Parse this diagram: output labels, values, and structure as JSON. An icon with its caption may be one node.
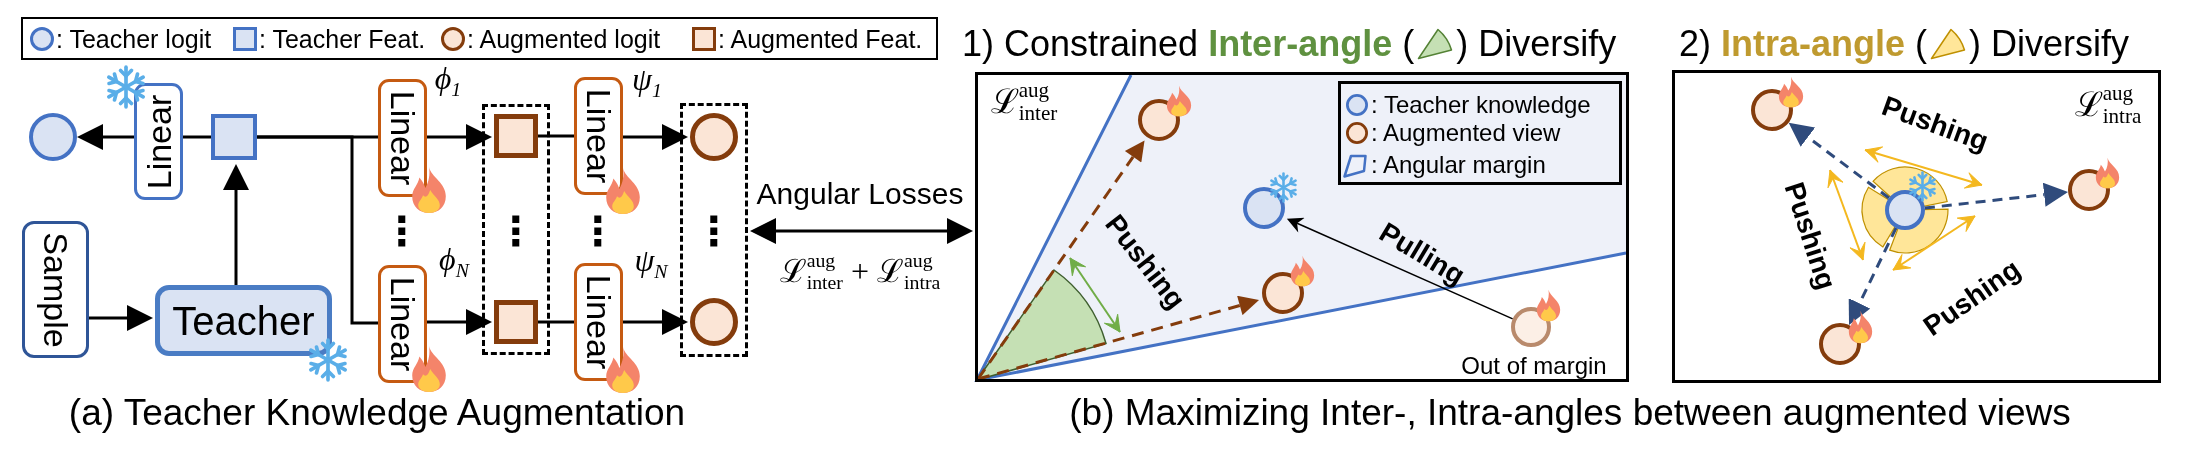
{
  "diagram": {
    "nodes": [
      {
        "text": [],
        "shape": "circle"
      },
      {
        "text": [
          "Linear"
        ]
      },
      {
        "text": [],
        "shape": "box"
      },
      {
        "text": [
          "Sample"
        ]
      },
      {
        "text": [
          "Teacher"
        ]
      },
      {
        "text": [
          "Linear"
        ],
        "beside": [
          "ϕ$_{1}$"
        ]
      },
      {
        "text": [
          "Linear"
        ],
        "beside": [
          "ϕ$_{N}$"
        ]
      },
      {
        "text": [],
        "shape": "box"
      },
      {
        "text": [],
        "shape": "box",
        "in": 7
      },
      {
        "text": [],
        "shape": "box",
        "in": 7
      },
      {
        "text": [
          "Linear"
        ],
        "beside": [
          "ψ$_{1}$"
        ]
      },
      {
        "text": [
          "Linear"
        ],
        "beside": [
          "ψ$_{N}$"
        ]
      },
      {
        "text": [],
        "shape": "box"
      },
      {
        "text": [],
        "shape": "circle",
        "in": 12
      },
      {
        "text": [],
        "shape": "circle",
        "in": 12
      },
      {
        "text": [
          "1) Constrained **Inter-angle** (",
          ") Diversify"
        ]
      },
      {
        "text": [],
        "shape": "circle",
        "in": 15
      },
      {
        "text": [],
        "shape": "circle",
        "in": 15
      },
      {
        "text": [],
        "shape": "circle",
        "in": 15
      },
      {
        "text": [],
        "shape": "circle",
        "in": 15,
        "beside": [
          "Out of margin"
        ]
      },
      {
        "text": [
          "2) **Intra-angle** (",
          ") Diversify"
        ]
      },
      {
        "text": [],
        "shape": "circle",
        "in": 20
      },
      {
        "text": [],
        "shape": "circle",
        "in": 20
      },
      {
        "text": [],
        "shape": "circle",
        "in": 20
      },
      {
        "text": [],
        "shape": "circle",
        "in": 20
      }
    ],
    "edges": [
      {
        "from": 2,
        "to": 1,
        "arrow": "none"
      },
      {
        "from": 1,
        "to": 0,
        "arrow": "to"
      },
      {
        "from": 3,
        "to": 4,
        "arrow": "to"
      },
      {
        "from": 4,
        "to": 2,
        "arrow": "to"
      },
      {
        "from": 2,
        "to": 5,
        "arrow": "none"
      },
      {
        "from": 2,
        "to": 6,
        "arrow": "none"
      },
      {
        "from": 5,
        "to": 8,
        "arrow": "to"
      },
      {
        "from": 6,
        "to": 9,
        "arrow": "to"
      },
      {
        "from": 8,
        "to": 10,
        "arrow": "none"
      },
      {
        "from": 9,
        "to": 11,
        "arrow": "none"
      },
      {
        "from": 10,
        "to": 13,
        "arrow": "to"
      },
      {
        "from": 11,
        "to": 14,
        "arrow": "to"
      },
      {
        "from": 12,
        "to": 15,
        "arrow": "both",
        "label": "Angular Losses"
      },
      {
        "from": null,
        "to": 16,
        "arrow": "to",
        "style": "dashed",
        "color": "#843c0c"
      },
      {
        "from": null,
        "to": 18,
        "arrow": "to",
        "style": "dashed",
        "color": "#843c0c"
      },
      {
        "from": 19,
        "to": 17,
        "arrow": "to",
        "label": "Pulling"
      },
      {
        "from": 22,
        "to": 21,
        "arrow": "to",
        "style": "dashed",
        "color": "#2f4b7c"
      },
      {
        "from": 22,
        "to": 23,
        "arrow": "to",
        "style": "dashed",
        "color": "#2f4b7c"
      },
      {
        "from": 22,
        "to": 24,
        "arrow": "to",
        "style": "dashed",
        "color": "#2f4b7c"
      }
    ],
    "labels": [
      "⋮",
      "⋮",
      "⋮",
      "⋮",
      "ℒ$^{aug}$$_{inter}$ + ℒ$^{aug}$$_{intra}$",
      "ℒ$^{aug}$$_{inter}$",
      "Pushing",
      "ℒ$^{aug}$$_{intra}$",
      "Pushing",
      "Pushing",
      "Pushing",
      "(a) Teacher Knowledge Augmentation",
      "(b) Maximizing Inter-, Intra-angles between augmented views"
    ],
    "legend": [
      {
        "text": ": Teacher logit"
      },
      {
        "text": ": Teacher Feat."
      },
      {
        "text": ": Augmented logit"
      },
      {
        "text": ": Augmented Feat."
      },
      {
        "text": ": Teacher knowledge"
      },
      {
        "text": ": Augmented view"
      },
      {
        "text": ": Angular margin"
      }
    ]
  }
}
